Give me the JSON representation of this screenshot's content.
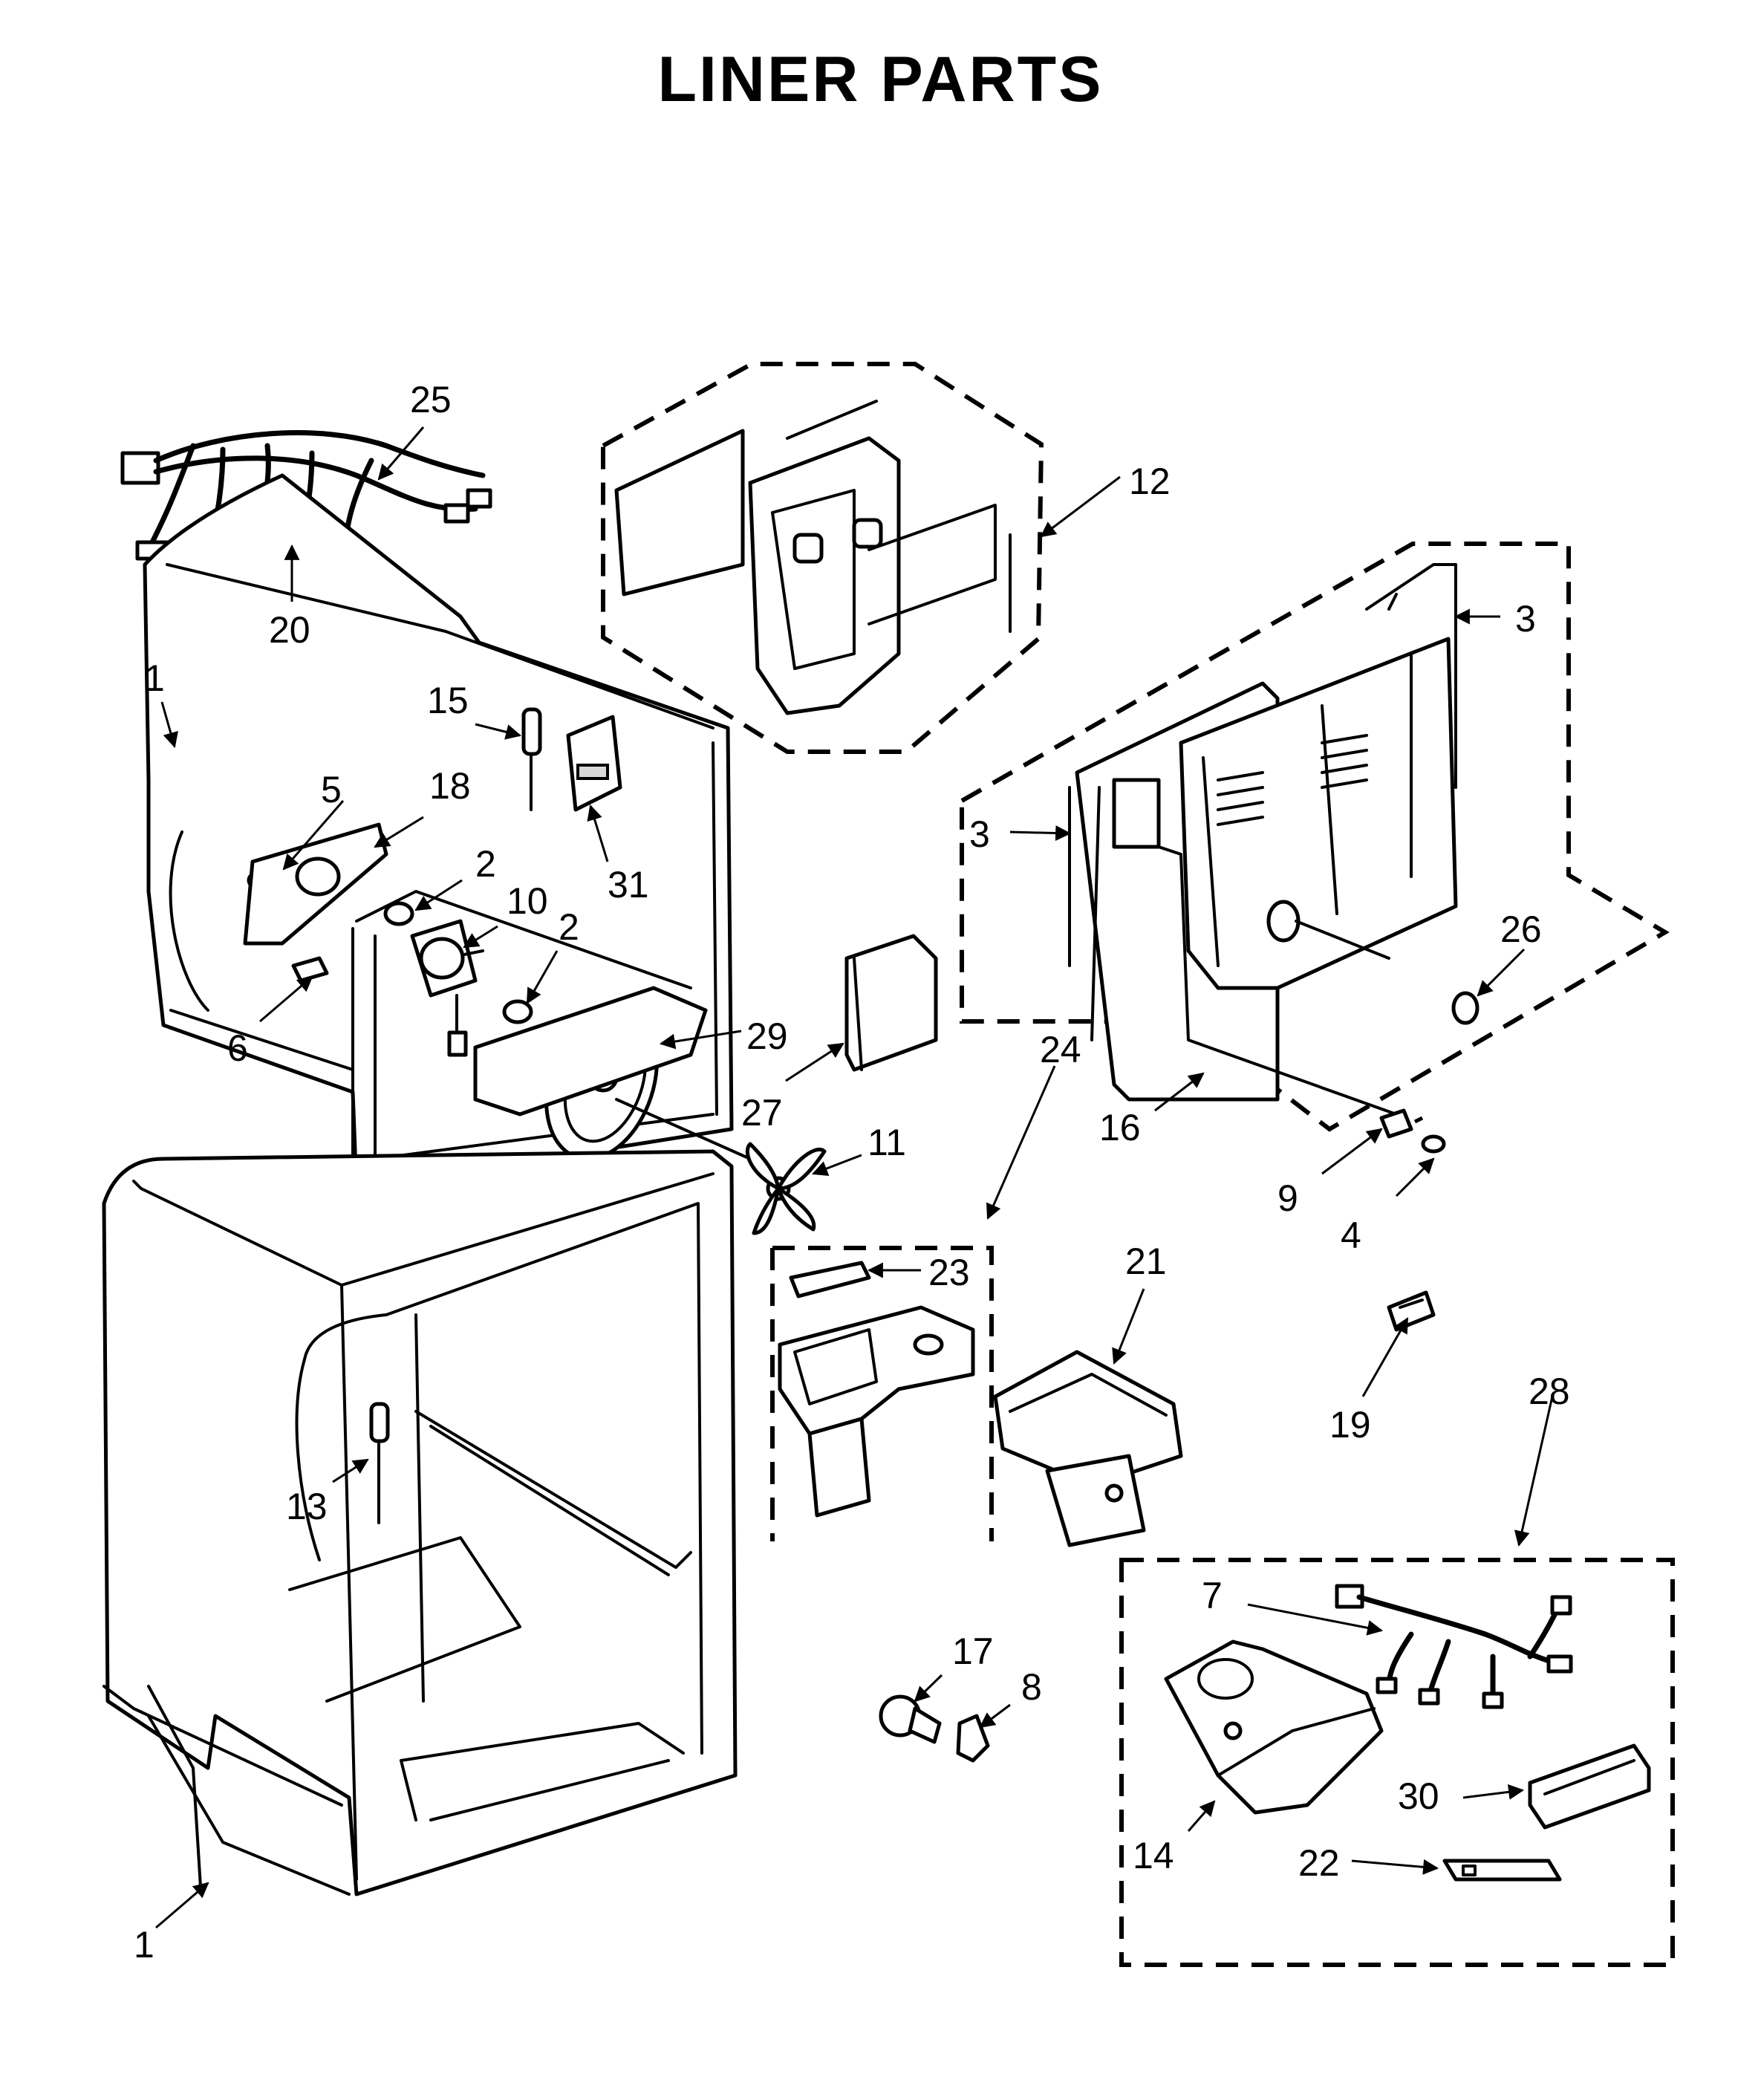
{
  "title": "LINER PARTS",
  "callouts": {
    "c1a": "1",
    "c1b": "1",
    "c2a": "2",
    "c2b": "2",
    "c3a": "3",
    "c3b": "3",
    "c4": "4",
    "c5": "5",
    "c6": "6",
    "c7": "7",
    "c8": "8",
    "c9": "9",
    "c10": "10",
    "c11": "11",
    "c12": "12",
    "c13": "13",
    "c14": "14",
    "c15": "15",
    "c16": "16",
    "c17": "17",
    "c18": "18",
    "c19": "19",
    "c20": "20",
    "c21": "21",
    "c22": "22",
    "c23": "23",
    "c24": "24",
    "c25": "25",
    "c26": "26",
    "c27": "27",
    "c28": "28",
    "c29": "29",
    "c30": "30",
    "c31": "31"
  }
}
